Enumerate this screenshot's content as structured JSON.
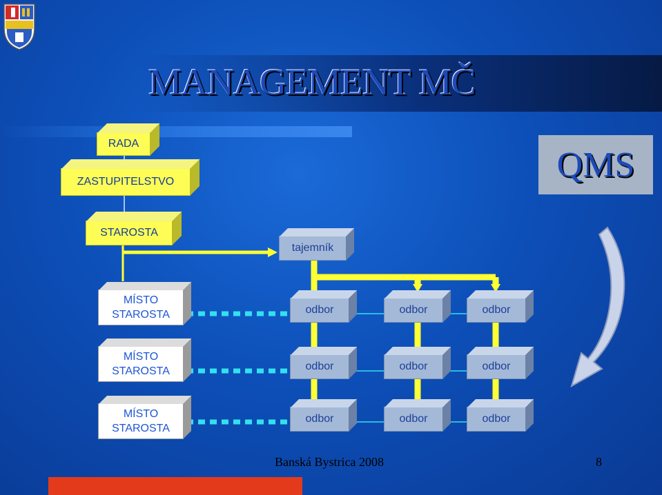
{
  "title": "MANAGEMENT MČ",
  "qms_label": "QMS",
  "hierarchy": {
    "rada": "RADA",
    "zastupitelstvo": "ZASTUPITELSTVO",
    "starosta": "STAROSTA",
    "tajemnik": "tajemník"
  },
  "deputies": [
    {
      "line1": "MÍSTO",
      "line2": "STAROSTA"
    },
    {
      "line1": "MÍSTO",
      "line2": "STAROSTA"
    },
    {
      "line1": "MÍSTO",
      "line2": "STAROSTA"
    }
  ],
  "departments": [
    [
      "odbor",
      "odbor",
      "odbor"
    ],
    [
      "odbor",
      "odbor",
      "odbor"
    ],
    [
      "odbor",
      "odbor",
      "odbor"
    ]
  ],
  "footer": {
    "text": "Banská Bystrica 2008",
    "page": "8"
  },
  "colors": {
    "background": "#0d4fb8",
    "box_yellow": "#fdfd55",
    "box_gray": "#a4b9d8",
    "connector_yellow": "#ffff33",
    "connector_cyan": "#33e0f0",
    "accent_red": "#e33a1c"
  },
  "icons": {
    "logo": "coat-of-arms-icon",
    "arrow": "curved-arrow-icon"
  }
}
